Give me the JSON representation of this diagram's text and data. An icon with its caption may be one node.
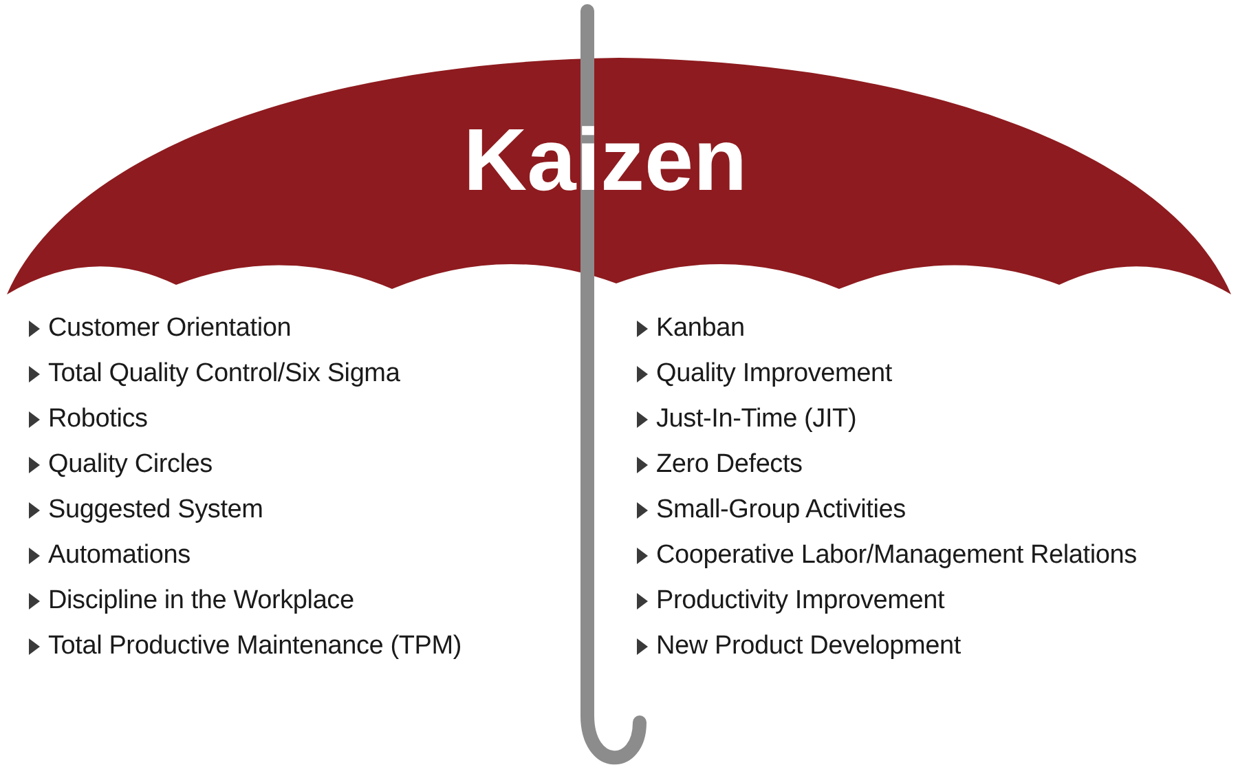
{
  "diagram": {
    "title": "Kaizen",
    "labels": [
      "Customer Orientation",
      "Total Quality Control/Six Sigma",
      "Robotics",
      "Quality Circles",
      "Suggested System",
      "Automations",
      "Discipline in the Workplace",
      "Total Productive Maintenance (TPM)",
      "Kanban",
      "Quality Improvement",
      "Just-In-Time (JIT)",
      "Zero Defects",
      "Small-Group Activities",
      "Cooperative Labor/Management Relations",
      "Productivity Improvement",
      "New Product Development"
    ]
  }
}
